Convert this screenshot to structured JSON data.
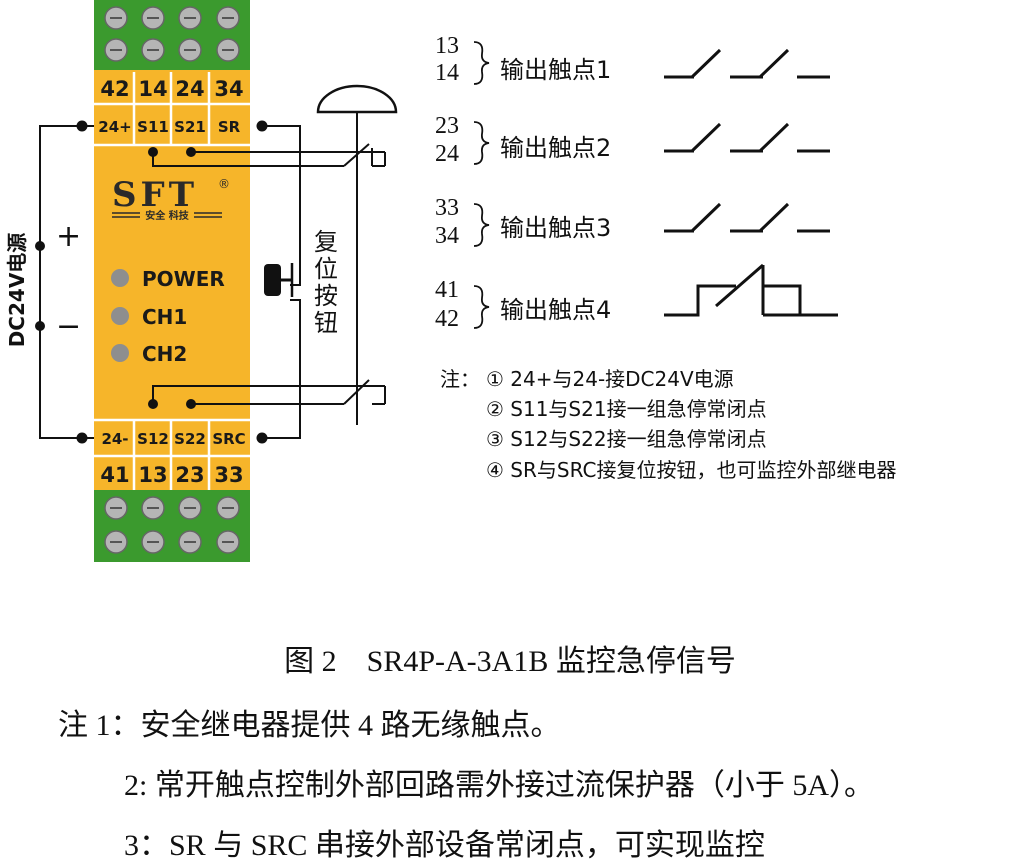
{
  "device": {
    "top_terminals": [
      "42",
      "14",
      "24",
      "34"
    ],
    "top_signal_terminals": [
      "24+",
      "S11",
      "S21",
      "SR"
    ],
    "bottom_signal_terminals": [
      "24-",
      "S12",
      "S22",
      "SRC"
    ],
    "bottom_terminals": [
      "41",
      "13",
      "23",
      "33"
    ],
    "logo_text": "SFT",
    "logo_mark": "®",
    "logo_subtitle": "安全 科技",
    "leds": [
      "POWER",
      "CH1",
      "CH2"
    ],
    "colors": {
      "body": "#f6b52a",
      "rail": "#3b9a2e",
      "terminal": "#b5b5b5"
    }
  },
  "power": {
    "label": "DC24V电源",
    "plus": "+",
    "minus": "−"
  },
  "reset_button_label": [
    "复",
    "位",
    "按",
    "钮"
  ],
  "contacts": [
    {
      "top": "13",
      "bottom": "14",
      "label": "输出触点1"
    },
    {
      "top": "23",
      "bottom": "24",
      "label": "输出触点2"
    },
    {
      "top": "33",
      "bottom": "34",
      "label": "输出触点3"
    },
    {
      "top": "41",
      "bottom": "42",
      "label": "输出触点4"
    }
  ],
  "diagram_notes": {
    "prefix": "注：",
    "items": [
      "① 24+与24-接DC24V电源",
      "② S11与S21接一组急停常闭点",
      "③ S12与S22接一组急停常闭点",
      "④ SR与SRC接复位按钮，也可监控外部继电器"
    ]
  },
  "caption": "图 2　SR4P-A-3A1B 监控急停信号",
  "footnotes": [
    "注  1：安全继电器提供 4 路无缘触点。",
    "2: 常开触点控制外部回路需外接过流保护器（小于 5A）。",
    "3：SR 与 SRC 串接外部设备常闭点，可实现监控"
  ]
}
